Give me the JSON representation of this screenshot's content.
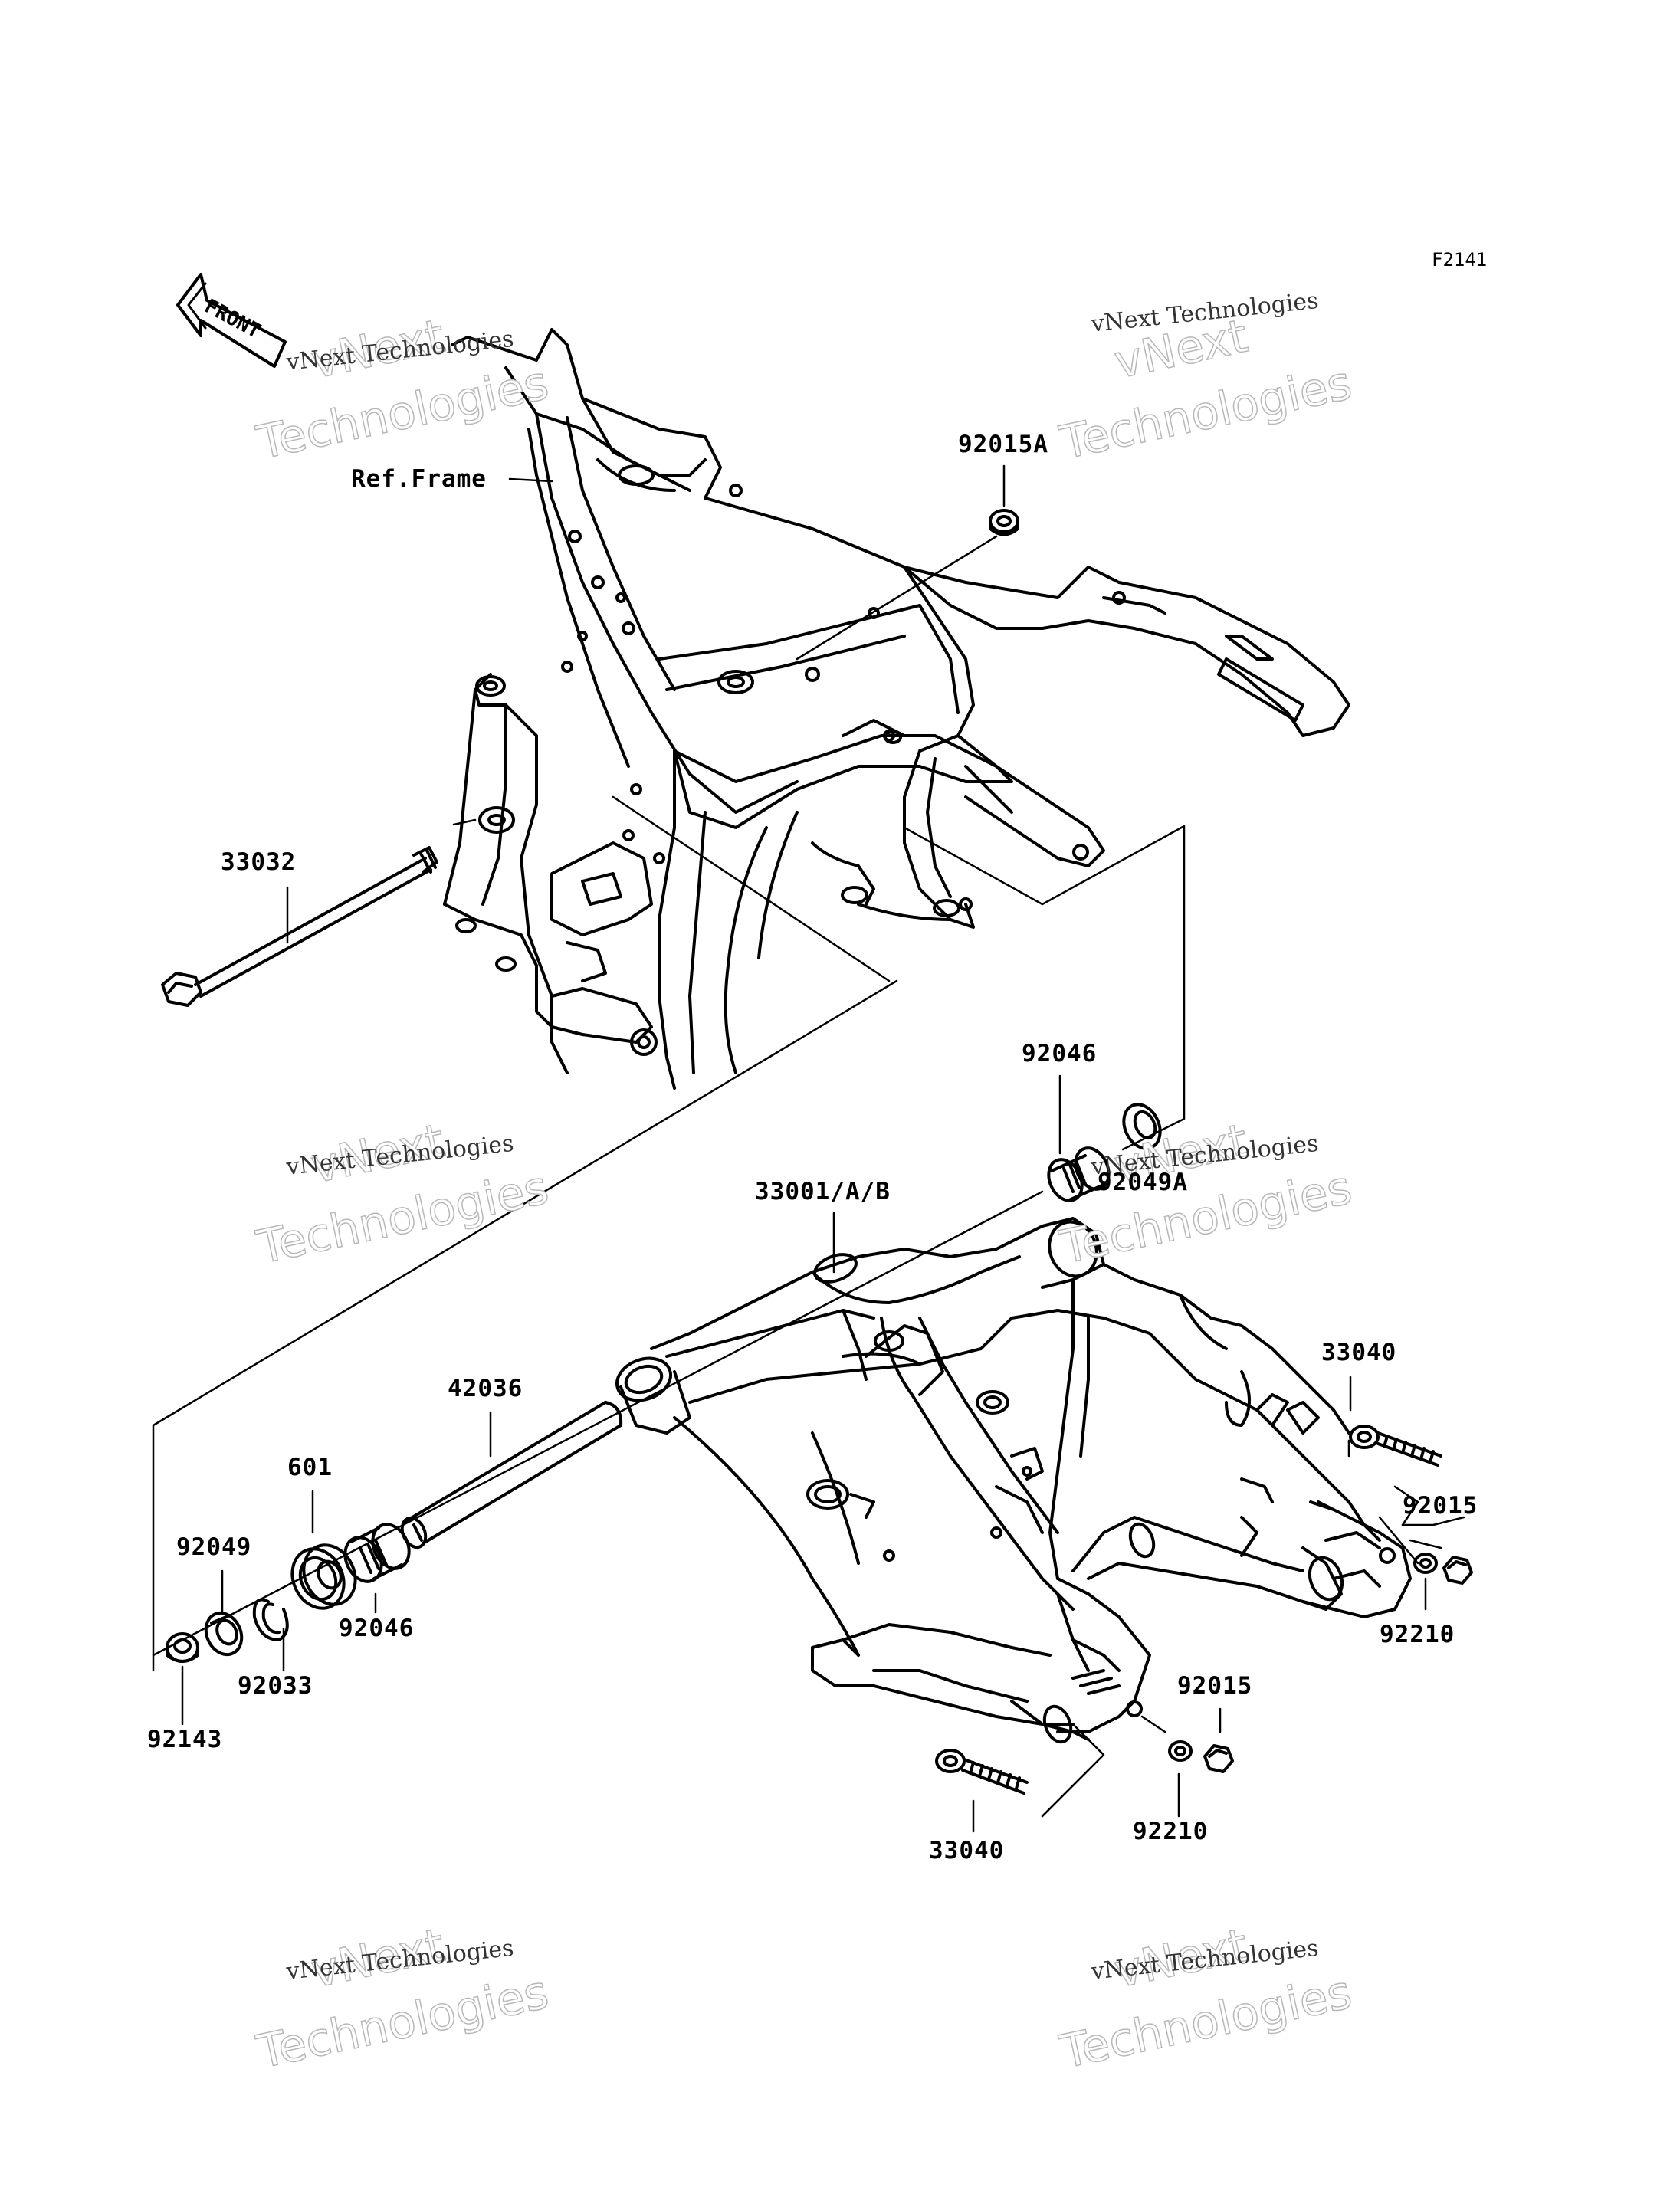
{
  "figure_code": "F2141",
  "front_indicator": "FRONT",
  "reference_label": "Ref.Frame",
  "parts": [
    {
      "id": "p-92015A",
      "number": "92015A"
    },
    {
      "id": "p-33032",
      "number": "33032"
    },
    {
      "id": "p-92046-top",
      "number": "92046"
    },
    {
      "id": "p-92049A",
      "number": "92049A"
    },
    {
      "id": "p-33001",
      "number": "33001/A/B"
    },
    {
      "id": "p-33040-right",
      "number": "33040"
    },
    {
      "id": "p-92015-right",
      "number": "92015"
    },
    {
      "id": "p-92210-right",
      "number": "92210"
    },
    {
      "id": "p-42036",
      "number": "42036"
    },
    {
      "id": "p-601",
      "number": "601"
    },
    {
      "id": "p-92049",
      "number": "92049"
    },
    {
      "id": "p-92046-bottom",
      "number": "92046"
    },
    {
      "id": "p-92033",
      "number": "92033"
    },
    {
      "id": "p-92143",
      "number": "92143"
    },
    {
      "id": "p-92015-bottom",
      "number": "92015"
    },
    {
      "id": "p-92210-bottom",
      "number": "92210"
    },
    {
      "id": "p-33040-bottom",
      "number": "33040"
    }
  ],
  "watermark": {
    "line1": "vNext",
    "line2": "Technologies",
    "small": "vNext Technologies"
  }
}
